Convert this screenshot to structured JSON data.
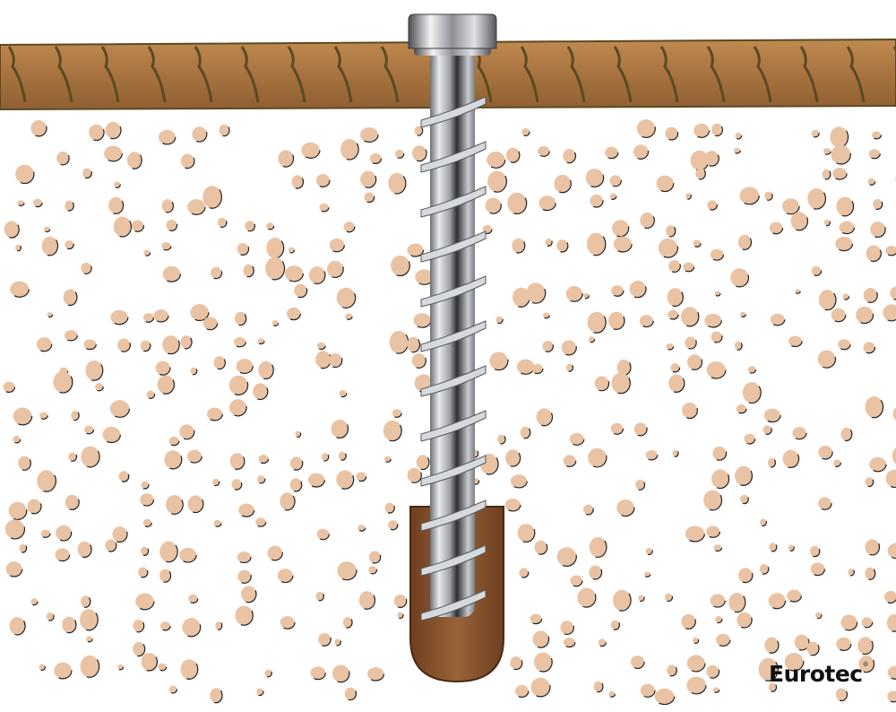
{
  "logo": {
    "text": "Eurotec",
    "mark": "®"
  },
  "colors": {
    "wood": "#a8733f",
    "wood_dark": "#5b4a22",
    "pebble": "#e9c3a4",
    "hole": "#8a5530",
    "steel": "#b9bcc1"
  },
  "illustration": {
    "subject": "concrete-screw",
    "thread_turns": 12
  }
}
